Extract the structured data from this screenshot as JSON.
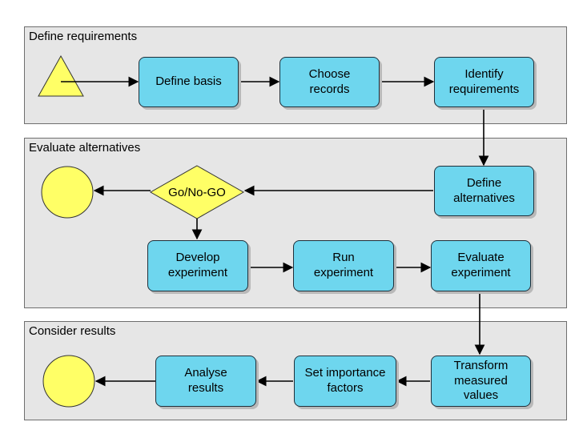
{
  "lanes": {
    "define": "Define requirements",
    "evaluate": "Evaluate alternatives",
    "consider": "Consider results"
  },
  "nodes": {
    "define_basis": [
      "Define basis"
    ],
    "choose_records": [
      "Choose",
      "records"
    ],
    "identify_requirements": [
      "Identify",
      "requirements"
    ],
    "define_alternatives": [
      "Define",
      "alternatives"
    ],
    "gonogo": "Go/No-GO",
    "develop_experiment": [
      "Develop",
      "experiment"
    ],
    "run_experiment": [
      "Run",
      "experiment"
    ],
    "evaluate_experiment": [
      "Evaluate",
      "experiment"
    ],
    "transform_values": [
      "Transform",
      "measured",
      "values"
    ],
    "set_importance": [
      "Set importance",
      "factors"
    ],
    "analyse_results": [
      "Analyse",
      "results"
    ]
  },
  "colors": {
    "process_fill": "#6ed6ee",
    "start_end_fill": "#ffff66",
    "lane_fill": "#e6e6e6",
    "line": "#000000"
  }
}
